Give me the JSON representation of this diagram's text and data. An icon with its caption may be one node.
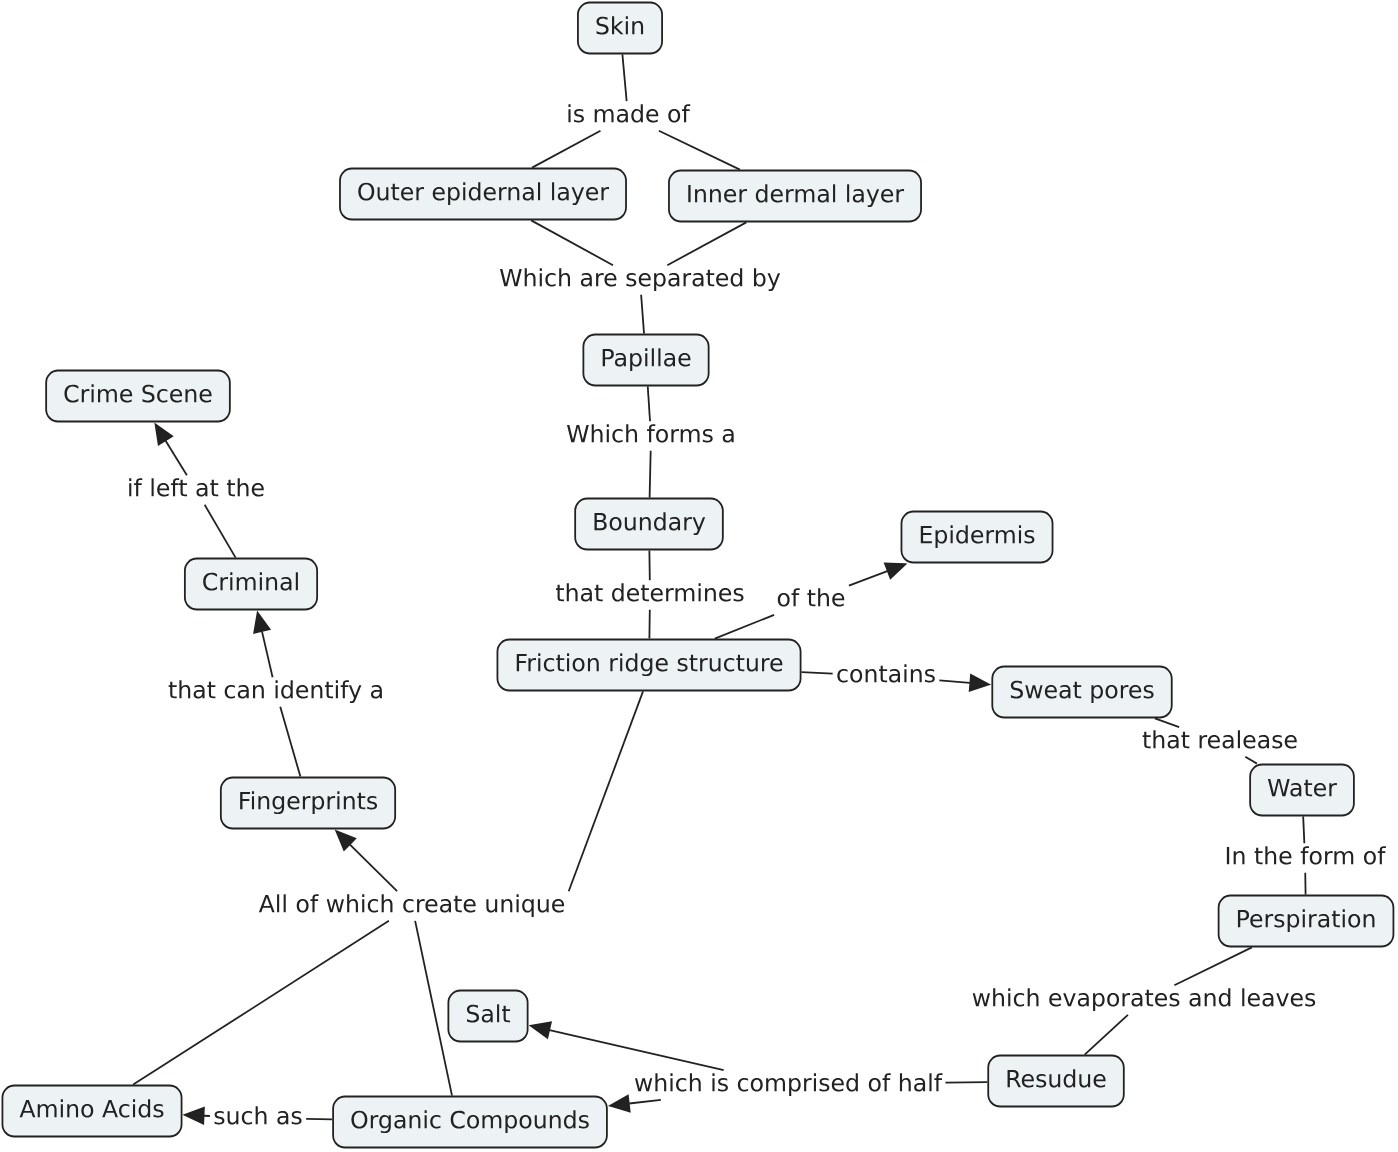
{
  "diagram": {
    "nodes": [
      {
        "text": [
          "Skin"
        ]
      },
      {
        "text": [
          "is made of"
        ]
      },
      {
        "text": [
          "Outer epidernal layer"
        ]
      },
      {
        "text": [
          "Inner dermal layer"
        ]
      },
      {
        "text": [
          "Which are separated by"
        ]
      },
      {
        "text": [
          "Papillae"
        ]
      },
      {
        "text": [
          "Crime Scene"
        ]
      },
      {
        "text": [
          "Which forms a"
        ]
      },
      {
        "text": [
          "if left at the"
        ]
      },
      {
        "text": [
          "Boundary"
        ]
      },
      {
        "text": [
          "Epidermis"
        ]
      },
      {
        "text": [
          "Criminal"
        ]
      },
      {
        "text": [
          "that determines"
        ]
      },
      {
        "text": [
          "of the"
        ]
      },
      {
        "text": [
          "Friction ridge structure"
        ]
      },
      {
        "text": [
          "contains"
        ]
      },
      {
        "text": [
          "that can identify a"
        ]
      },
      {
        "text": [
          "Sweat pores"
        ]
      },
      {
        "text": [
          "that realease"
        ]
      },
      {
        "text": [
          "Water"
        ]
      },
      {
        "text": [
          "Fingerprints"
        ]
      },
      {
        "text": [
          "In the form of"
        ]
      },
      {
        "text": [
          "All of which create unique"
        ]
      },
      {
        "text": [
          "Perspiration"
        ]
      },
      {
        "text": [
          "which evaporates and leaves"
        ]
      },
      {
        "text": [
          "Salt"
        ]
      },
      {
        "text": [
          "Resudue"
        ]
      },
      {
        "text": [
          "which is comprised of half"
        ]
      },
      {
        "text": [
          "Amino Acids"
        ]
      },
      {
        "text": [
          "such as"
        ]
      },
      {
        "text": [
          "Organic Compounds"
        ]
      }
    ],
    "edges": [
      {
        "from": 0,
        "to": 1,
        "arrow": "none"
      },
      {
        "from": 1,
        "to": 2,
        "arrow": "none"
      },
      {
        "from": 1,
        "to": 3,
        "arrow": "none"
      },
      {
        "from": 2,
        "to": 4,
        "arrow": "none"
      },
      {
        "from": 3,
        "to": 4,
        "arrow": "none"
      },
      {
        "from": 4,
        "to": 5,
        "arrow": "none"
      },
      {
        "from": 5,
        "to": 7,
        "arrow": "none"
      },
      {
        "from": 7,
        "to": 9,
        "arrow": "none"
      },
      {
        "from": 9,
        "to": 12,
        "arrow": "none"
      },
      {
        "from": 12,
        "to": 14,
        "arrow": "none"
      },
      {
        "from": 14,
        "to": 13,
        "arrow": "none"
      },
      {
        "from": 13,
        "to": 10,
        "arrow": "to"
      },
      {
        "from": 14,
        "to": 15,
        "arrow": "none"
      },
      {
        "from": 15,
        "to": 17,
        "arrow": "to"
      },
      {
        "from": 17,
        "to": 18,
        "arrow": "none"
      },
      {
        "from": 18,
        "to": 19,
        "arrow": "none"
      },
      {
        "from": 19,
        "to": 21,
        "arrow": "none"
      },
      {
        "from": 21,
        "to": 23,
        "arrow": "none"
      },
      {
        "from": 23,
        "to": 24,
        "arrow": "none"
      },
      {
        "from": 24,
        "to": 26,
        "arrow": "none"
      },
      {
        "from": 26,
        "to": 27,
        "arrow": "none"
      },
      {
        "from": 27,
        "to": 25,
        "arrow": "to"
      },
      {
        "from": 27,
        "to": 30,
        "arrow": "to"
      },
      {
        "from": 30,
        "to": 29,
        "arrow": "none"
      },
      {
        "from": 29,
        "to": 28,
        "arrow": "to"
      },
      {
        "from": 14,
        "to": 22,
        "arrow": "none"
      },
      {
        "from": 30,
        "to": 22,
        "arrow": "none"
      },
      {
        "from": 28,
        "to": 22,
        "arrow": "none"
      },
      {
        "from": 22,
        "to": 20,
        "arrow": "to"
      },
      {
        "from": 20,
        "to": 16,
        "arrow": "none"
      },
      {
        "from": 16,
        "to": 11,
        "arrow": "to"
      },
      {
        "from": 11,
        "to": 8,
        "arrow": "none"
      },
      {
        "from": 8,
        "to": 6,
        "arrow": "to"
      }
    ]
  }
}
